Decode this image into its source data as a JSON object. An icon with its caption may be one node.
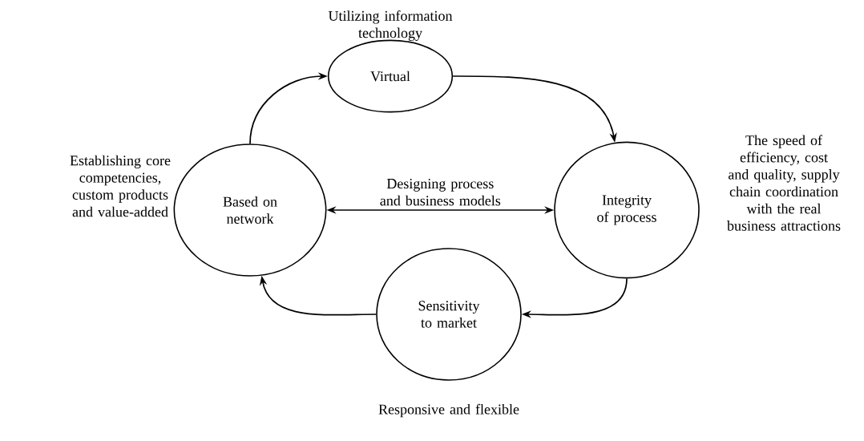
{
  "diagram": {
    "nodes": [
      {
        "text": [
          "Virtual"
        ],
        "beside": [
          "Utilizing information technology"
        ]
      },
      {
        "text": [
          "Based on network"
        ],
        "beside": [
          "Establishing core competencies, custom products and value-added"
        ]
      },
      {
        "text": [
          "Integrity of process"
        ],
        "beside": [
          "The speed of efficiency, cost and quality, supply chain coordination with the real business attractions"
        ]
      },
      {
        "text": [
          "Sensitivity to market"
        ],
        "beside": [
          "Responsive and flexible"
        ]
      }
    ],
    "edges": [
      {
        "from": 1,
        "to": 0,
        "arrow": "to"
      },
      {
        "from": 0,
        "to": 2,
        "arrow": "to"
      },
      {
        "from": 2,
        "to": 3,
        "arrow": "to"
      },
      {
        "from": 3,
        "to": 1,
        "arrow": "to"
      },
      {
        "from": 1,
        "to": 2,
        "arrow": "both",
        "label": "Designing process and business models"
      }
    ]
  }
}
